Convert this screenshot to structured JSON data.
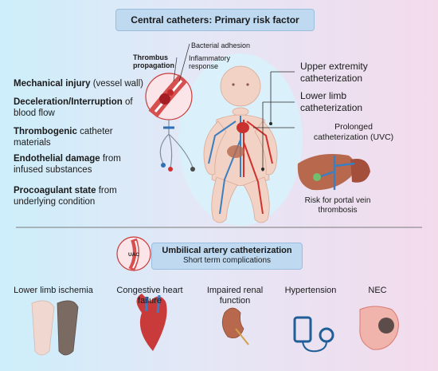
{
  "title": "Central catheters: Primary risk factor",
  "inset_labels": {
    "thrombus_propagation": "Thrombus propagation",
    "bacterial_adhesion": "Bacterial adhesion",
    "inflammatory_response": "Inflammatory response"
  },
  "risk_factors": [
    {
      "bold": "Mechanical injury",
      "rest": " (vessel wall)"
    },
    {
      "bold": "Deceleration/Interruption",
      "rest": " of blood flow"
    },
    {
      "bold": "Thrombogenic",
      "rest": " catheter materials"
    },
    {
      "bold": "Endothelial damage",
      "rest": " from infused substances"
    },
    {
      "bold": "Procoagulant state",
      "rest": " from underlying condition"
    }
  ],
  "catheter_sites": {
    "upper": "Upper extremity catheterization",
    "lower": "Lower limb catheterization",
    "uvc": "Prolonged catheterization (UVC)",
    "portal": "Risk for portal vein thrombosis"
  },
  "uac": {
    "title": "Umbilical artery catheterization",
    "subtitle": "Short term complications",
    "badge": "UAC"
  },
  "complications": [
    "Lower limb ischemia",
    "Congestive heart failure",
    "Impaired renal function",
    "Hypertension",
    "NEC"
  ],
  "colors": {
    "bg_left": "#cdeefb",
    "bg_right": "#f3dbec",
    "header_box": "#bfd9f1",
    "vein": "#3a7fc1",
    "artery": "#d0312d"
  }
}
